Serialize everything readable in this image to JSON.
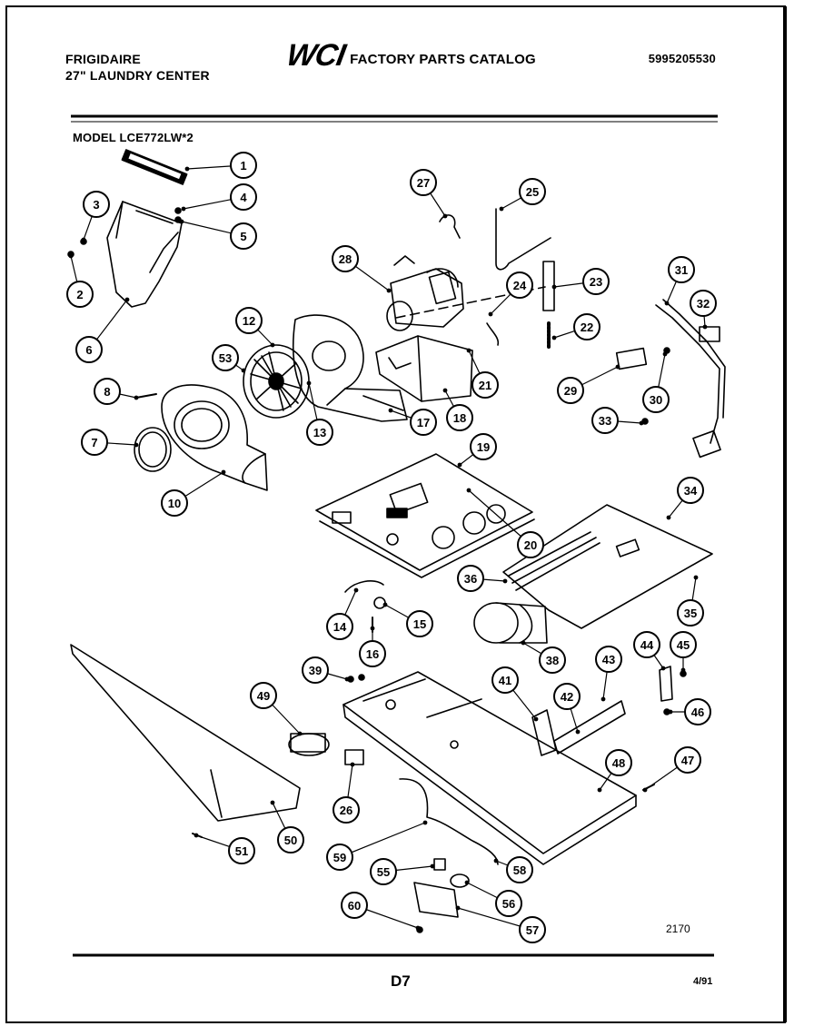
{
  "header": {
    "brand_line1": "FRIGIDAIRE",
    "brand_line2": "27\" LAUNDRY CENTER",
    "logo_text": "WCI",
    "catalog_title": "FACTORY PARTS CATALOG",
    "catalog_number": "5995205530",
    "model": "MODEL LCE772LW*2"
  },
  "footer": {
    "page_code": "D7",
    "date": "4/91",
    "diagram_code": "2170"
  },
  "callouts": [
    "1",
    "2",
    "3",
    "4",
    "5",
    "6",
    "7",
    "8",
    "10",
    "12",
    "13",
    "53",
    "14",
    "15",
    "16",
    "17",
    "18",
    "19",
    "20",
    "21",
    "22",
    "23",
    "24",
    "25",
    "26",
    "27",
    "28",
    "29",
    "30",
    "31",
    "32",
    "33",
    "34",
    "35",
    "36",
    "38",
    "39",
    "41",
    "42",
    "43",
    "44",
    "45",
    "46",
    "47",
    "48",
    "49",
    "50",
    "51",
    "55",
    "56",
    "57",
    "58",
    "59",
    "60"
  ]
}
